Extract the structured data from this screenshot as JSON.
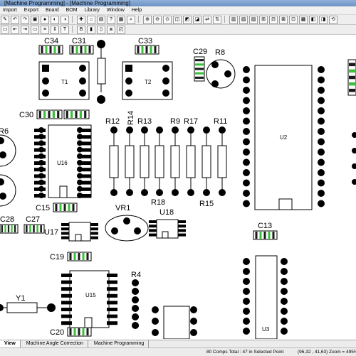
{
  "window": {
    "title": "[Machine Programming] - [Machine Programming]"
  },
  "menu": [
    "Import",
    "Export",
    "Board",
    "BOM",
    "Library",
    "Window",
    "Help"
  ],
  "toolbar1": [
    "✎",
    "↶",
    "↷",
    "▣",
    "●",
    "◐",
    "◑",
    "✚",
    "⌂",
    "▤",
    "?",
    "▦",
    "⌕",
    "⊕",
    "⊖",
    "⊙",
    "◫",
    "◩",
    "◪",
    "⇄",
    "⇅",
    "▥",
    "▧",
    "▨",
    "⊞",
    "⊟",
    "⊠",
    "⊡",
    "▩",
    "◧",
    "◨",
    "⟲"
  ],
  "toolbar2": [
    "▭",
    "⇤",
    "⇥",
    "▭",
    "≡",
    "⇕",
    "T",
    "B",
    "▮",
    "▯",
    "⧈",
    "◰"
  ],
  "components": {
    "c34": "C34",
    "c31": "C31",
    "c33": "C33",
    "r8": "R8",
    "c29": "C29",
    "t1": "T1",
    "t2": "T2",
    "c30": "C30",
    "u16": "U16",
    "r6": "R6",
    "r12": "R12",
    "r14": "R14",
    "r13": "R13",
    "r9": "R9",
    "r17": "R17",
    "r11": "R11",
    "u2": "U2",
    "c15": "C15",
    "vr1": "VR1",
    "r18": "R18",
    "r15": "R15",
    "c28": "C28",
    "c27": "C27",
    "u17": "U17",
    "u18": "U18",
    "c13": "C13",
    "c19": "C19",
    "r4": "R4",
    "u15": "U15",
    "y1": "Y1",
    "u3": "U3",
    "c20": "C20"
  },
  "tabs": [
    "View",
    "Machine Angle Correction",
    "Machine Programming"
  ],
  "status": {
    "comps": "80 Comps Total : 47 in Selected Point",
    "coords": "(96,32 , 41,63)",
    "zoom": "Zoom = 495%"
  }
}
